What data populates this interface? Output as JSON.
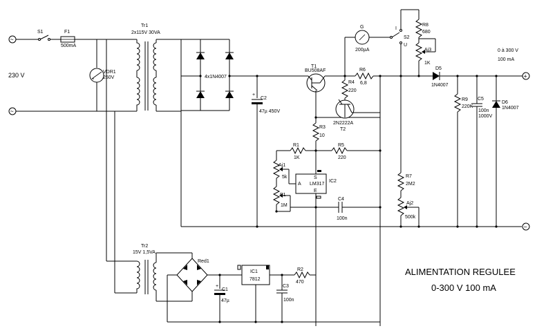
{
  "title_line1": "ALIMENTATION REGULEE",
  "title_line2": "0-300 V 100 mA",
  "mains_voltage": "230 V",
  "output_range": "0 à 300 V",
  "output_current": "100 mA",
  "terminal_plus": "+",
  "terminal_minus": "−",
  "mains_symbol": "~",
  "components": {
    "s1": "S1",
    "f1": "F1",
    "f1_val": "500mA",
    "vdr1": "VDR1",
    "vdr1_val": "250V",
    "tr1": "Tr1",
    "tr1_val": "2x115V 30VA",
    "bridge1": "4x1N4007",
    "c2": "C2",
    "c2_val": "47µ 450V",
    "t1": "T1",
    "t1_val": "BU508AF",
    "r6": "R6",
    "r6_val": "6,8",
    "r4": "R4",
    "r4_val": "220",
    "t2_val": "2N2222A",
    "t2": "T2",
    "r3": "R3",
    "r3_val": "10",
    "r1": "R1",
    "r1_val": "1K",
    "r5": "R5",
    "r5_val": "220",
    "aj1": "Aj1",
    "aj1_val": "5k",
    "p1": "P1",
    "p1_val": "1M",
    "ic2": "IC2",
    "ic2_val": "LM317",
    "ic2_s": "S",
    "ic2_a": "A",
    "ic2_e": "E",
    "c4": "C4",
    "c4_val": "100n",
    "g": "G",
    "g_val": "200µA",
    "s2": "S2",
    "s2_i": "I",
    "s2_u": "U",
    "r8": "R8",
    "r8_val": "680",
    "aj3": "Aj3",
    "aj3_val": "1K",
    "d5": "D5",
    "d5_val": "1N4007",
    "r9": "R9",
    "r9_val": "220K",
    "c5": "C5",
    "c5_val1": "100n",
    "c5_val2": "1000V",
    "d6": "D6",
    "d6_val": "1N4007",
    "r7": "R7",
    "r7_val": "2M2",
    "aj2": "Aj2",
    "aj2_val": "500k",
    "tr2": "Tr2",
    "tr2_val": "15V 1,5VA",
    "red1": "Red1",
    "c1": "C1",
    "c1_val": "47µ",
    "ic1": "IC1",
    "ic1_val": "7812",
    "c3": "C3",
    "c3_val": "100n",
    "r2": "R2",
    "r2_val": "470"
  }
}
